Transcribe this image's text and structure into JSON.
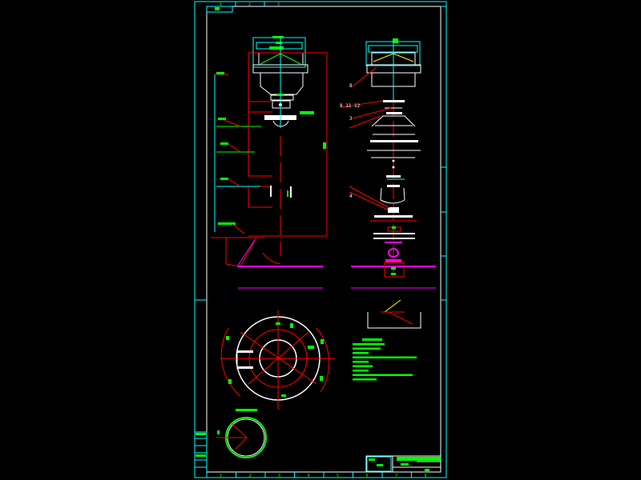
{
  "drawing": {
    "background": "#000000",
    "colors": {
      "frame": "#00ffff",
      "outline": "#ffffff",
      "center": "#ff0000",
      "text": "#00ff00",
      "ground": "#ff00ff",
      "hatch": "#ffff00"
    },
    "zone_numbers_top": [
      "1",
      "2",
      "3"
    ],
    "zone_numbers_bottom": [
      "1",
      "2",
      "3",
      "4",
      "5",
      "6",
      "7",
      "8"
    ],
    "part_labels": {
      "a": "8",
      "b": "8 11 12",
      "c": "3",
      "d": "4"
    },
    "notes_lines": 9,
    "title_block": true
  }
}
